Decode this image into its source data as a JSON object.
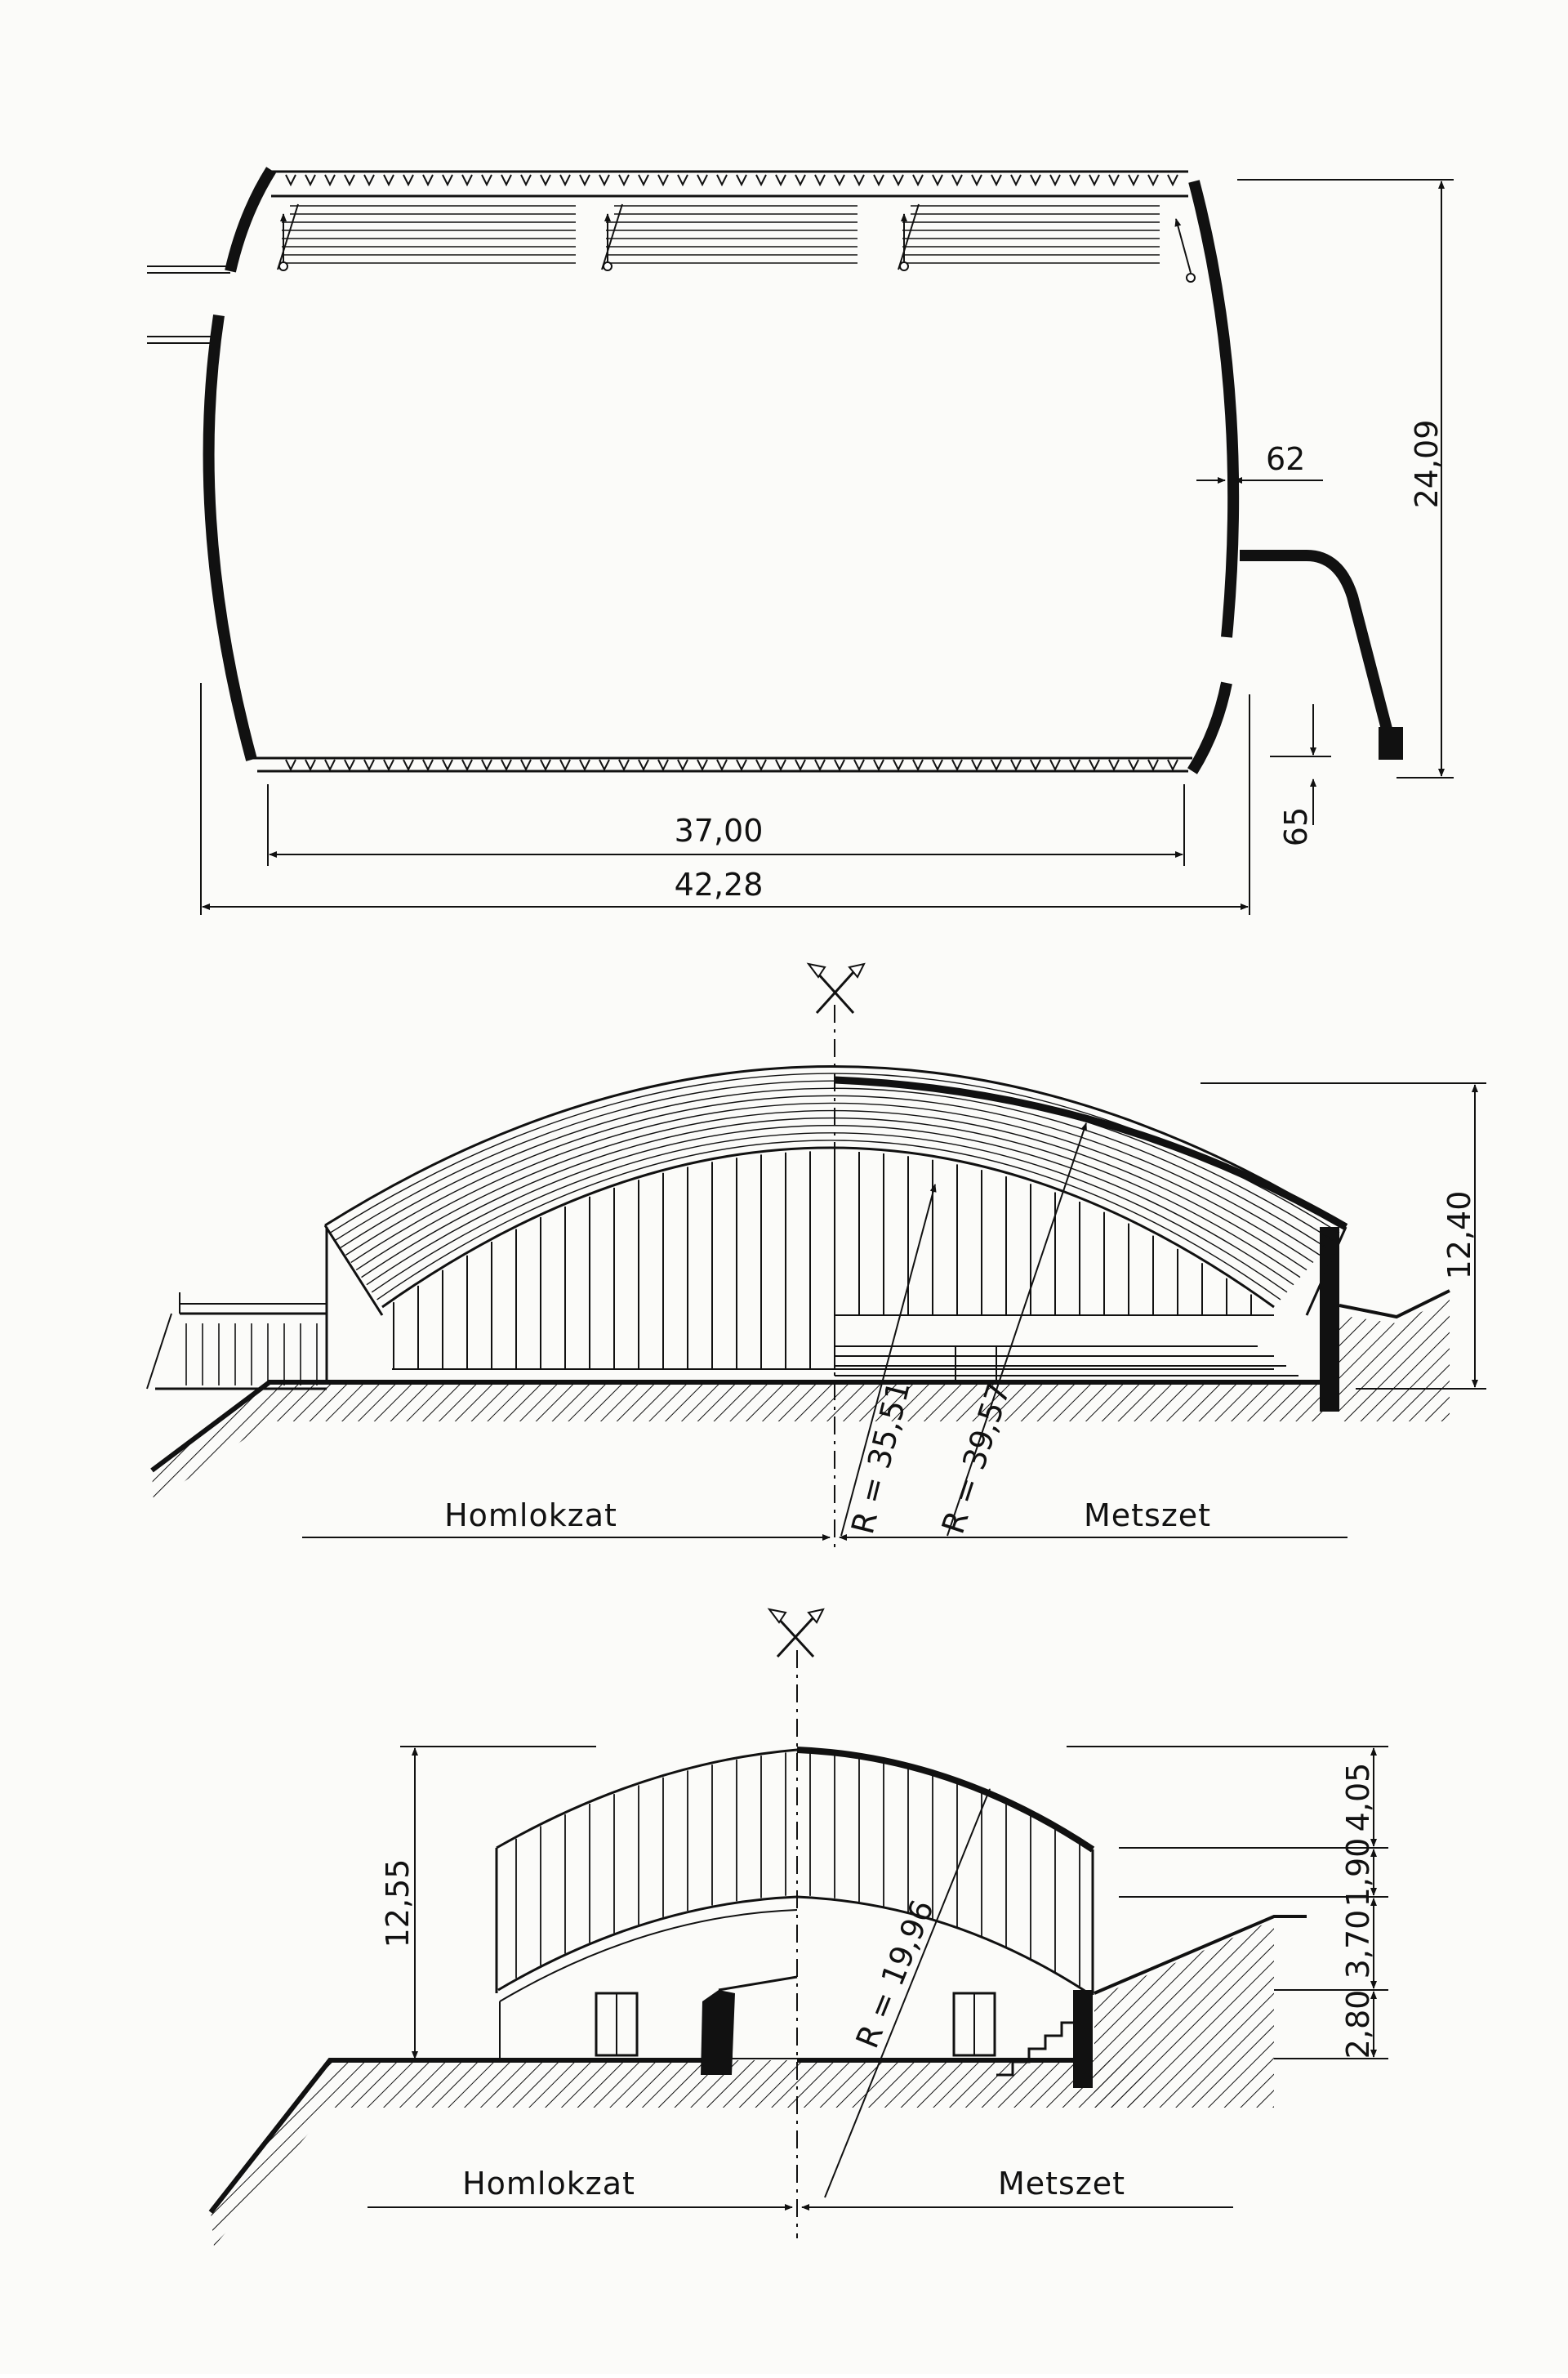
{
  "plan": {
    "dim_height": "24,09",
    "dim_wall": "62",
    "dim_step": "65",
    "dim_inner_width": "37,00",
    "dim_outer_width": "42,28"
  },
  "elevation_1": {
    "dim_height": "12,40",
    "radius_inner": "R = 35,51",
    "radius_outer": "R = 39,57",
    "label_left": "Homlokzat",
    "label_right": "Metszet"
  },
  "elevation_2": {
    "dim_total": "12,55",
    "dim_a": "4,05",
    "dim_b": "1,90",
    "dim_c": "3,70",
    "dim_d": "2,80",
    "radius": "R = 19,96",
    "label_left": "Homlokzat",
    "label_right": "Metszet"
  },
  "colors": {
    "ink": "#111111",
    "paper": "#fbfbf9"
  }
}
